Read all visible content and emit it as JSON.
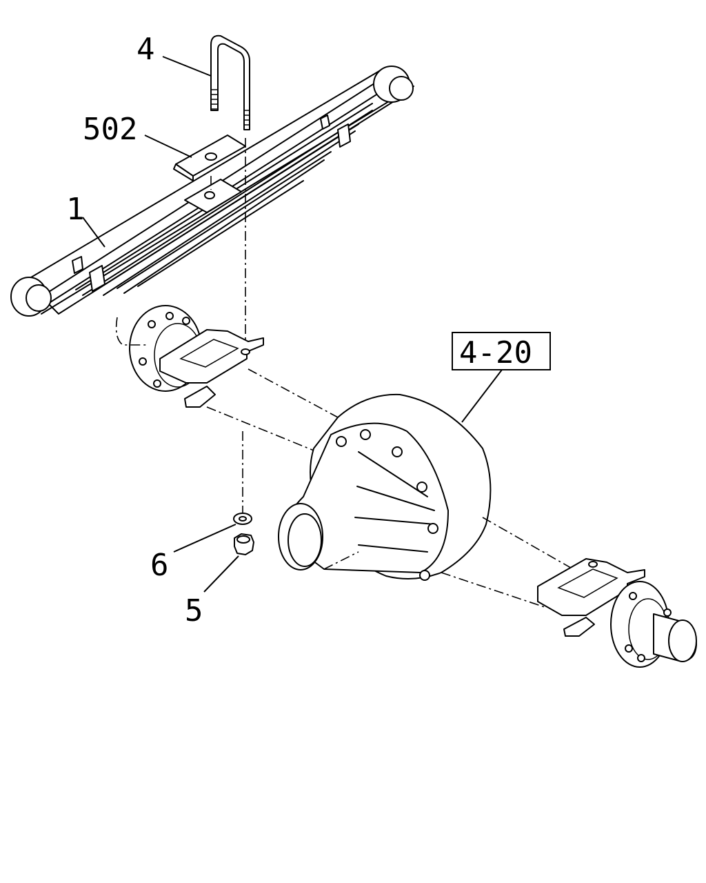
{
  "callouts": {
    "c4": "4",
    "c502": "502",
    "c1": "1",
    "c6": "6",
    "c5": "5",
    "ref": "4-20"
  }
}
